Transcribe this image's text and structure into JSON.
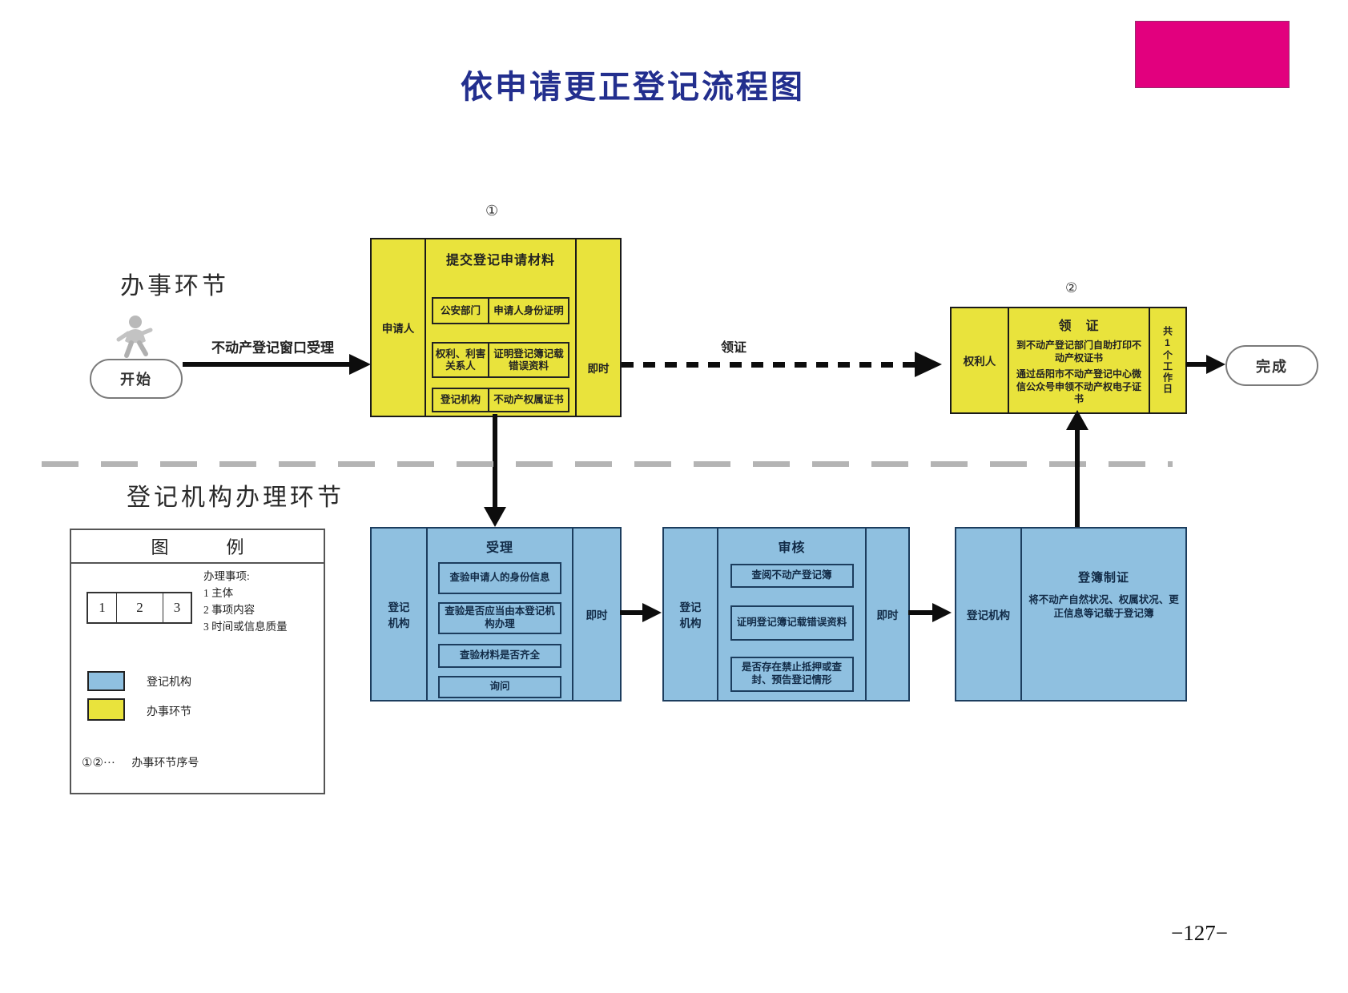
{
  "title": "依申请更正登记流程图",
  "page_number": "−127−",
  "colors": {
    "accent_pink": "#E2007E",
    "process_yellow": "#E9E33C",
    "agency_blue": "#8FC0E0",
    "title_blue": "#232F8E"
  },
  "applicant_section": {
    "label": "办事环节",
    "start_label": "开始",
    "start_arrow_label": "不动产登记窗口受理",
    "submit_step": {
      "seq": "①",
      "actor": "申请人",
      "title": "提交登记申请材料",
      "materials": [
        {
          "party": "公安部门",
          "material": "申请人身份证明"
        },
        {
          "party": "权利、利害关系人",
          "material": "证明登记簿记载错误资料"
        },
        {
          "party": "登记机构",
          "material": "不动产权属证书"
        }
      ],
      "time": "即时"
    },
    "collect_arrow_label": "领证",
    "collect_step": {
      "seq": "②",
      "actor": "权利人",
      "title": "领　证",
      "lines": [
        "到不动产登记部门自助打印不动产权证书",
        "通过岳阳市不动产登记中心微信公众号申领不动产权电子证书"
      ],
      "time": "共1个工作日"
    },
    "finish_label": "完成"
  },
  "agency_section": {
    "label": "登记机构办理环节",
    "legend": {
      "header": [
        "图",
        "例"
      ],
      "sample_cells": [
        "1",
        "2",
        "3"
      ],
      "matters_title": "办理事项:",
      "matters": [
        "1 主体",
        "2 事项内容",
        "3 时间或信息质量"
      ],
      "swatch_blue_label": "登记机构",
      "swatch_yellow_label": "办事环节",
      "seq_symbols": "①②···",
      "seq_label": "办事环节序号"
    },
    "accept_step": {
      "actor": "登记机构",
      "title": "受理",
      "items": [
        "查验申请人的身份信息",
        "查验是否应当由本登记机构办理",
        "查验材料是否齐全",
        "询问"
      ],
      "time": "即时"
    },
    "review_step": {
      "actor": "登记机构",
      "title": "审核",
      "items": [
        "查阅不动产登记簿",
        "证明登记簿记载错误资料",
        "是否存在禁止抵押或查封、预告登记情形"
      ],
      "time": "即时"
    },
    "record_step": {
      "actor": "登记机构",
      "title": "登簿制证",
      "desc": "将不动产自然状况、权属状况、更正信息等记载于登记簿"
    }
  }
}
